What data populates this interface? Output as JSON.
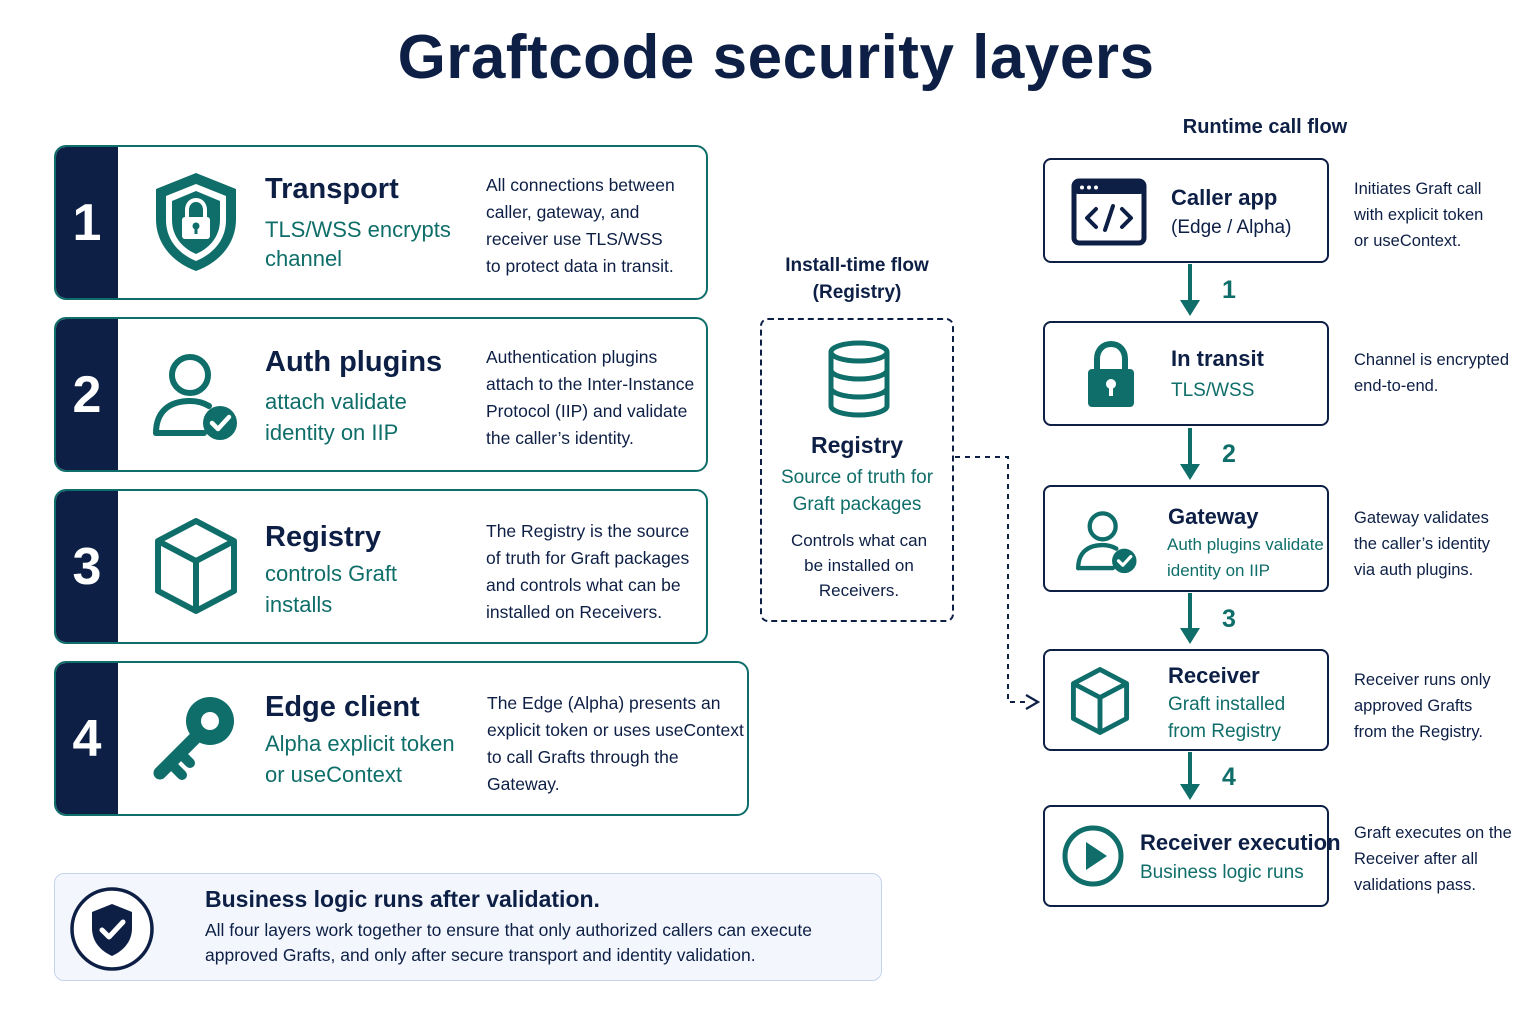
{
  "title": "Graftcode security layers",
  "layers": [
    {
      "num": "1",
      "name": "Transport",
      "sub_lines": [
        "TLS/WSS encrypts",
        "channel"
      ],
      "desc_lines": [
        "All connections between",
        "caller, gateway, and",
        "receiver use TLS/WSS",
        "to protect data in transit."
      ],
      "icon": "shield-lock-icon"
    },
    {
      "num": "2",
      "name": "Auth plugins",
      "sub_lines": [
        "attach validate",
        "identity on IIP"
      ],
      "desc_lines": [
        "Authentication plugins",
        "attach to the Inter-Instance",
        "Protocol (IIP) and validate",
        "the caller’s identity."
      ],
      "icon": "user-check-icon"
    },
    {
      "num": "3",
      "name": "Registry",
      "sub_lines": [
        "controls Graft",
        "installs"
      ],
      "desc_lines": [
        "The Registry is the source",
        "of truth for Graft packages",
        "and controls what can be",
        "installed on Receivers."
      ],
      "icon": "cube-icon"
    },
    {
      "num": "4",
      "name": "Edge client",
      "sub_lines": [
        "Alpha explicit token",
        "or useContext"
      ],
      "desc_lines": [
        "The Edge (Alpha) presents an",
        "explicit token or uses useContext",
        "to call Grafts through the",
        "Gateway."
      ],
      "icon": "key-icon"
    }
  ],
  "note": {
    "title": "Business logic runs after validation.",
    "body_lines": [
      "All four layers work together to ensure that only authorized callers can execute",
      "approved Grafts, and only after secure transport and identity validation."
    ],
    "icon": "shield-check-icon"
  },
  "install_flow": {
    "label_lines": [
      "Install-time flow",
      "(Registry)"
    ],
    "title": "Registry",
    "sub_lines": [
      "Source of truth for",
      "Graft packages"
    ],
    "desc_lines": [
      "Controls what can",
      "be installed on",
      "Receivers."
    ],
    "icon": "database-icon"
  },
  "runtime_flow": {
    "label": "Runtime call flow",
    "steps": [
      {
        "title": "Caller app",
        "sub_lines": [
          "(Edge / Alpha)"
        ],
        "desc_lines": [
          "Initiates Graft call",
          "with explicit token",
          "or useContext."
        ],
        "icon": "code-window-icon"
      },
      {
        "title": "In transit",
        "sub_lines": [
          "TLS/WSS"
        ],
        "desc_lines": [
          "Channel is encrypted",
          "end-to-end."
        ],
        "icon": "lock-icon"
      },
      {
        "title": "Gateway",
        "sub_lines": [
          "Auth plugins validate",
          "identity on IIP"
        ],
        "desc_lines": [
          "Gateway validates",
          "the caller’s identity",
          "via auth plugins."
        ],
        "icon": "user-check-icon"
      },
      {
        "title": "Receiver",
        "sub_lines": [
          "Graft installed",
          "from Registry"
        ],
        "desc_lines": [
          "Receiver runs only",
          "approved Grafts",
          "from the Registry."
        ],
        "icon": "cube-icon"
      },
      {
        "title": "Receiver execution",
        "sub_lines": [
          "Business logic runs"
        ],
        "desc_lines": [
          "Graft executes on the",
          "Receiver after all",
          "validations pass."
        ],
        "icon": "play-icon"
      }
    ],
    "step_numbers": [
      "1",
      "2",
      "3",
      "4"
    ]
  },
  "colors": {
    "navy": "#0d1f45",
    "teal": "#0f6e69"
  }
}
